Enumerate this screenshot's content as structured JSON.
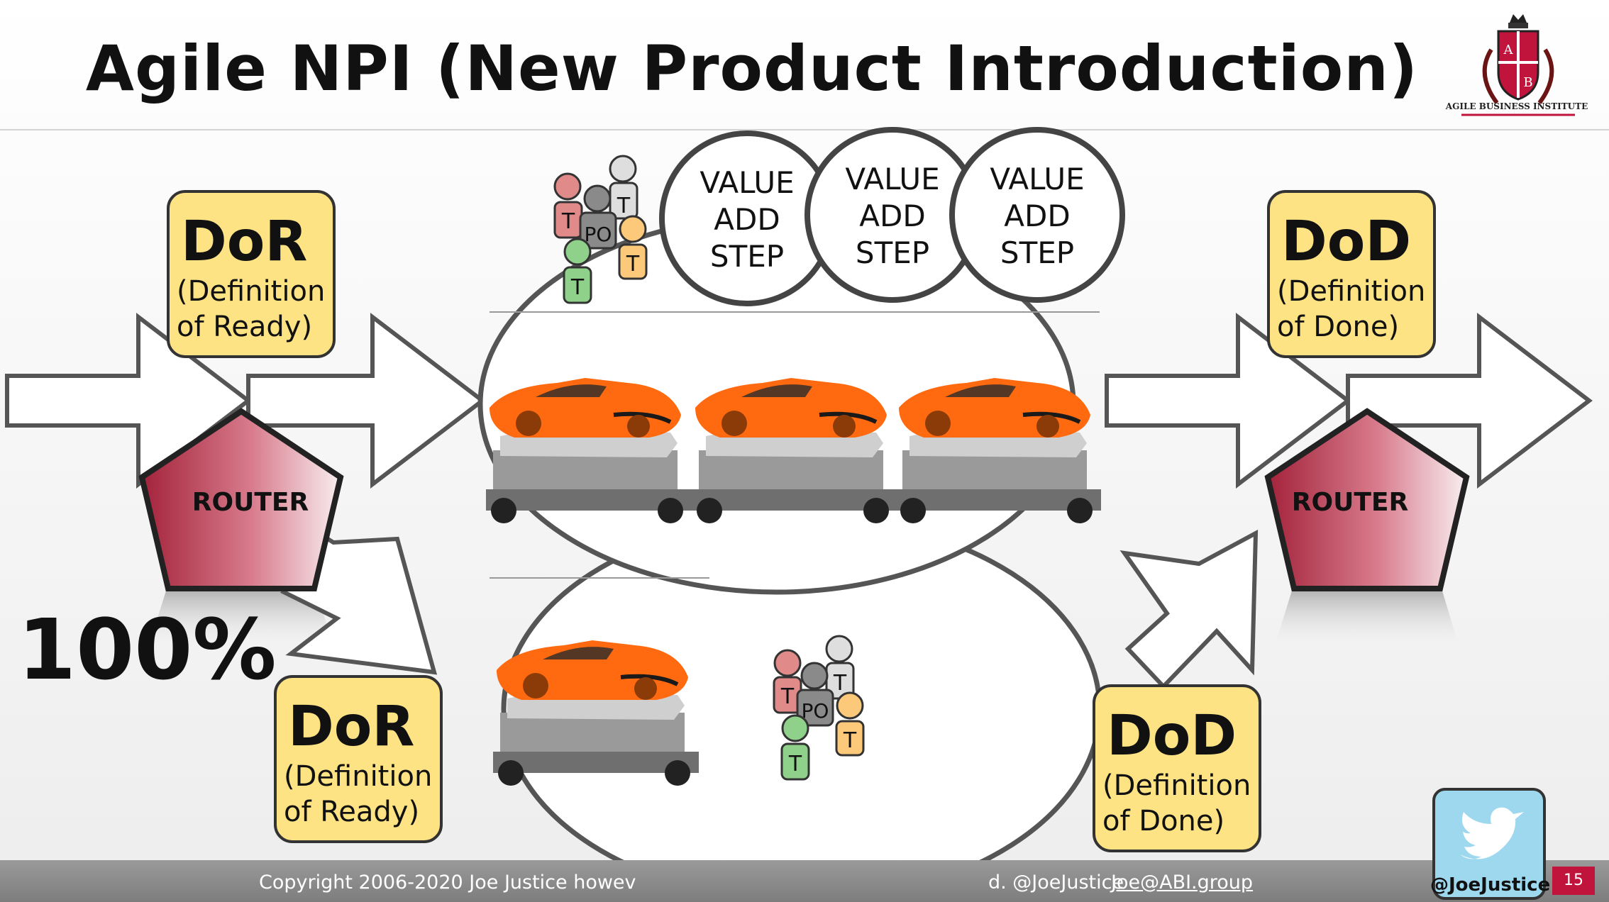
{
  "title": "Agile NPI (New Product Introduction)",
  "logo": {
    "letters": [
      "A",
      "B"
    ],
    "name": "AGILE BUSINESS INSTITUTE"
  },
  "dor_top": {
    "heading": "DoR",
    "line1": "(Definition",
    "line2": "of Ready)"
  },
  "dor_bottom": {
    "heading": "DoR",
    "line1": "(Definition",
    "line2": "of Ready)"
  },
  "dod_top": {
    "heading": "DoD",
    "line1": "(Definition",
    "line2": "of Done)"
  },
  "dod_bottom": {
    "heading": "DoD",
    "line1": "(Definition",
    "line2": "of Done)"
  },
  "router_left": "ROUTER",
  "router_right": "ROUTER",
  "percent": "100%",
  "value_steps": [
    {
      "line1": "VALUE",
      "line2": "ADD",
      "line3": "STEP"
    },
    {
      "line1": "VALUE",
      "line2": "ADD",
      "line3": "STEP"
    },
    {
      "line1": "VALUE",
      "line2": "ADD",
      "line3": "STEP"
    }
  ],
  "team_labels": {
    "team": "T",
    "product_owner": "PO"
  },
  "footer": {
    "copyright": "Copyright 2006-2020 Joe Justice howev",
    "contact": "d. @JoeJustice",
    "email": "Joe@ABI.group",
    "page": "15"
  },
  "twitter_handle": "@JoeJustice",
  "colors": {
    "box_fill": "#fde383",
    "router_fill": "#b2344a",
    "team_red": "#e08a8a",
    "team_gray": "#8a8a8a",
    "team_light": "#dedede",
    "team_orange": "#fcc97a",
    "team_green": "#8fd18b",
    "twitter_blue": "#9ed8ee"
  }
}
